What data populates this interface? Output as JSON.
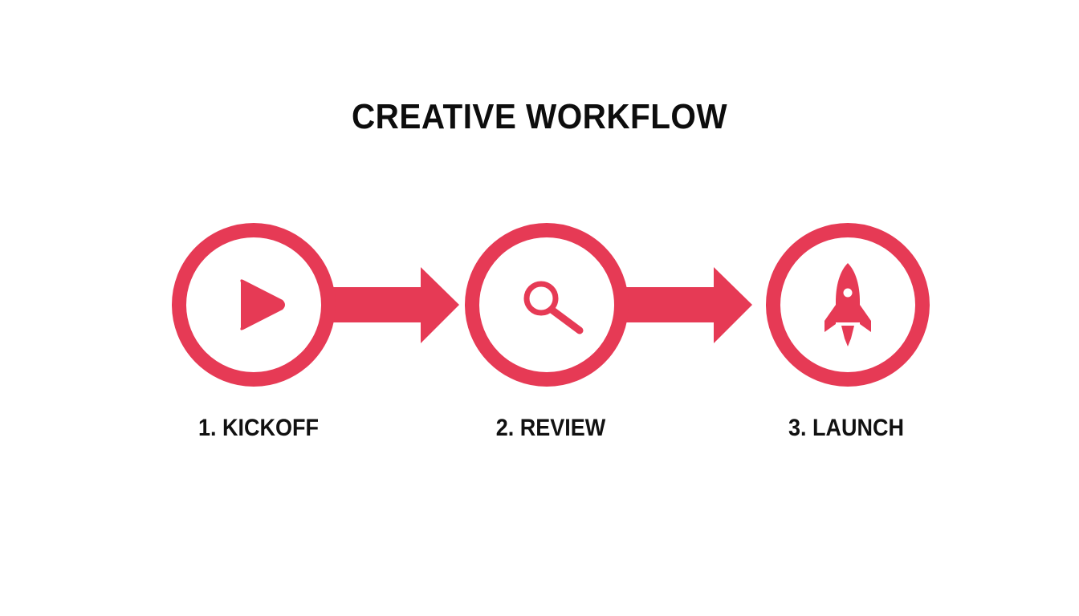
{
  "title": "CREATIVE WORKFLOW",
  "colors": {
    "accent": "#e63a55",
    "text": "#111111",
    "background": "#ffffff"
  },
  "steps": [
    {
      "label": "1. KICKOFF",
      "icon": "play-icon"
    },
    {
      "label": "2. REVIEW",
      "icon": "search-icon"
    },
    {
      "label": "3. LAUNCH",
      "icon": "rocket-icon"
    }
  ]
}
